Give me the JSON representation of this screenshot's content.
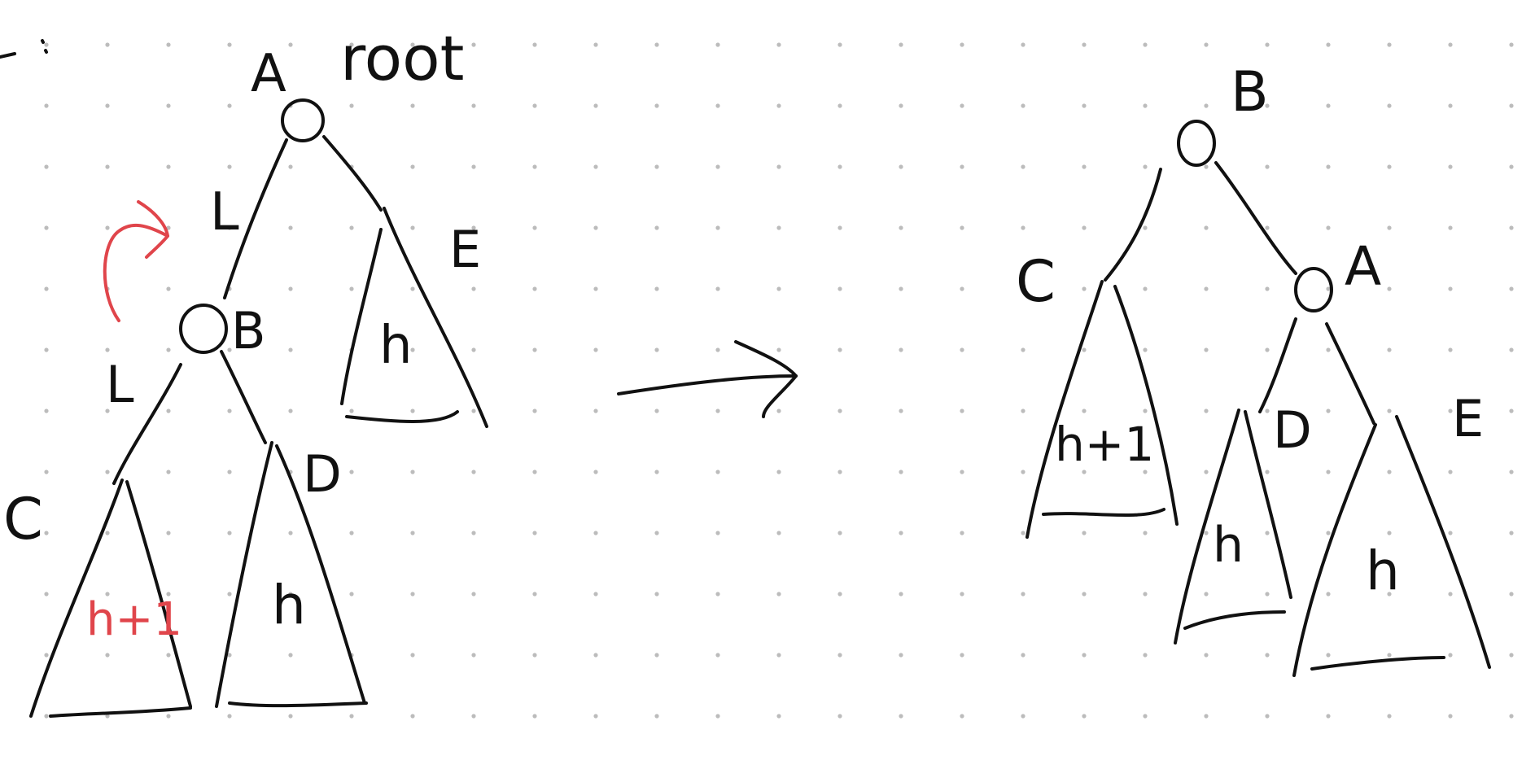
{
  "colors": {
    "ink": "#111111",
    "highlight": "#e0454b",
    "grid_dot": "#bcbcbc",
    "background": "#ffffff"
  },
  "before": {
    "root_node": "A",
    "root_tag": "root",
    "left_edge": "L",
    "child_node": "B",
    "child_left_edge": "L",
    "subtree_c": "C",
    "subtree_c_height": "h+1",
    "subtree_d": "D",
    "subtree_d_height": "h",
    "subtree_e": "E",
    "subtree_e_height": "h",
    "rotation_icon": "curved-arrow-icon"
  },
  "transform_icon": "right-arrow-icon",
  "after": {
    "root_node": "B",
    "child_node": "A",
    "subtree_c": "C",
    "subtree_c_height": "h+1",
    "subtree_d": "D",
    "subtree_d_height": "h",
    "subtree_e": "E",
    "subtree_e_height": "h"
  }
}
